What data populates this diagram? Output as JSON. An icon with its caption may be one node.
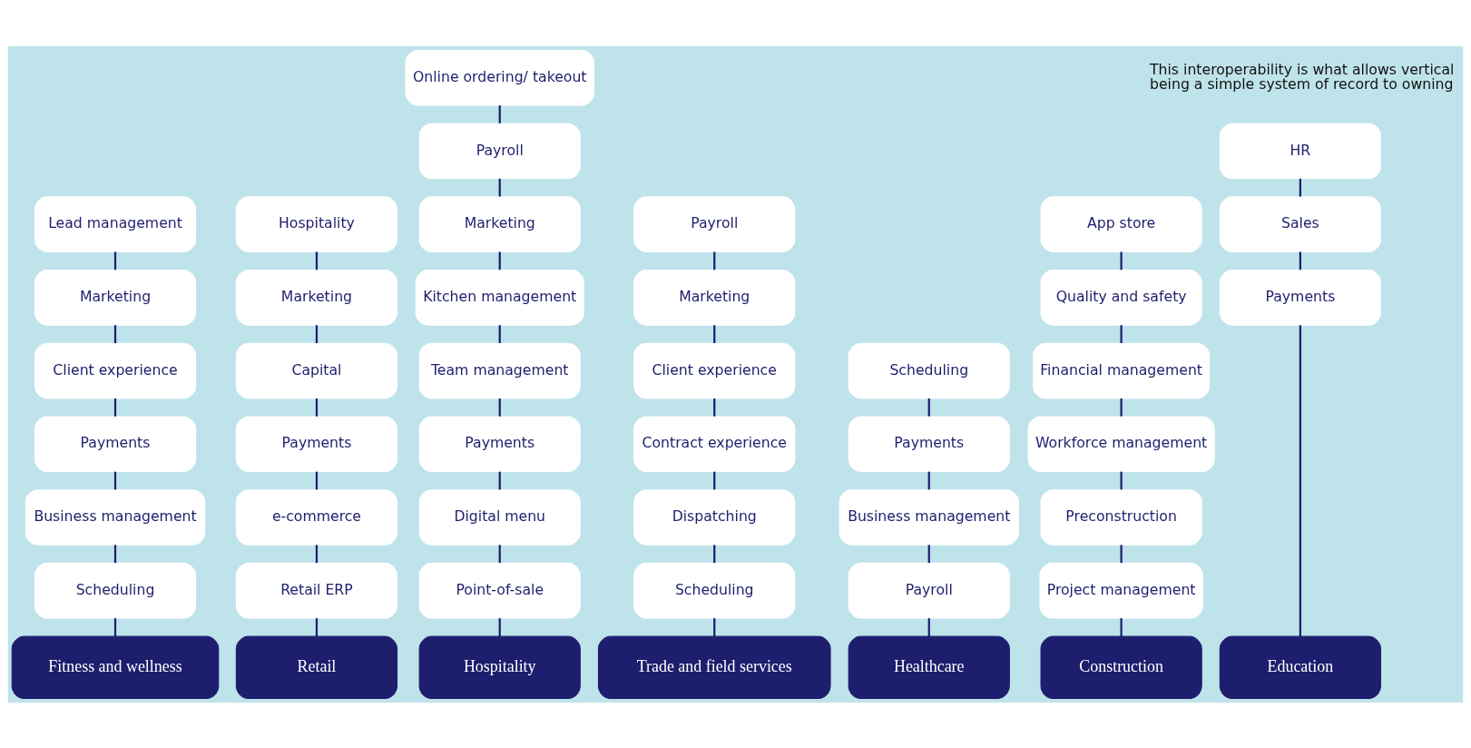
{
  "diagram": {
    "nodes": [
      {
        "text": [
          "Lead management"
        ]
      },
      {
        "text": [
          "Marketing"
        ]
      },
      {
        "text": [
          "Client experience"
        ]
      },
      {
        "text": [
          "Payments"
        ]
      },
      {
        "text": [
          "Business management"
        ]
      },
      {
        "text": [
          "Scheduling"
        ]
      },
      {
        "text": [
          "Fitness and wellness"
        ]
      },
      {
        "text": [
          "Hospitality"
        ]
      },
      {
        "text": [
          "Marketing"
        ]
      },
      {
        "text": [
          "Capital"
        ]
      },
      {
        "text": [
          "Payments"
        ]
      },
      {
        "text": [
          "e-commerce"
        ]
      },
      {
        "text": [
          "Retail ERP"
        ]
      },
      {
        "text": [
          "Retail"
        ]
      },
      {
        "text": [
          "Online ordering/ takeout"
        ]
      },
      {
        "text": [
          "Payroll"
        ]
      },
      {
        "text": [
          "Marketing"
        ]
      },
      {
        "text": [
          "Kitchen management"
        ]
      },
      {
        "text": [
          "Team management"
        ]
      },
      {
        "text": [
          "Payments"
        ]
      },
      {
        "text": [
          "Digital menu"
        ]
      },
      {
        "text": [
          "Point-of-sale"
        ]
      },
      {
        "text": [
          "Hospitality"
        ]
      },
      {
        "text": [
          "Payroll"
        ]
      },
      {
        "text": [
          "Marketing"
        ]
      },
      {
        "text": [
          "Client experience"
        ]
      },
      {
        "text": [
          "Contract experience"
        ]
      },
      {
        "text": [
          "Dispatching"
        ]
      },
      {
        "text": [
          "Scheduling"
        ]
      },
      {
        "text": [
          "Trade and field services"
        ]
      },
      {
        "text": [
          "Scheduling"
        ]
      },
      {
        "text": [
          "Payments"
        ]
      },
      {
        "text": [
          "Business management"
        ]
      },
      {
        "text": [
          "Payroll"
        ]
      },
      {
        "text": [
          "Healthcare"
        ]
      },
      {
        "text": [
          "App store"
        ]
      },
      {
        "text": [
          "Quality and safety"
        ]
      },
      {
        "text": [
          "Financial management"
        ]
      },
      {
        "text": [
          "Workforce management"
        ]
      },
      {
        "text": [
          "Preconstruction"
        ]
      },
      {
        "text": [
          "Project management"
        ]
      },
      {
        "text": [
          "Construction"
        ]
      },
      {
        "text": [
          "HR"
        ]
      },
      {
        "text": [
          "Sales"
        ]
      },
      {
        "text": [
          "Payments"
        ]
      },
      {
        "text": [
          "Education"
        ]
      }
    ],
    "edges": [
      {
        "from": 0,
        "to": 1,
        "arrow": "none"
      },
      {
        "from": 1,
        "to": 2,
        "arrow": "none"
      },
      {
        "from": 2,
        "to": 3,
        "arrow": "none"
      },
      {
        "from": 3,
        "to": 4,
        "arrow": "none"
      },
      {
        "from": 4,
        "to": 5,
        "arrow": "none"
      },
      {
        "from": 5,
        "to": 6,
        "arrow": "none"
      },
      {
        "from": 7,
        "to": 8,
        "arrow": "none"
      },
      {
        "from": 8,
        "to": 9,
        "arrow": "none"
      },
      {
        "from": 9,
        "to": 10,
        "arrow": "none"
      },
      {
        "from": 10,
        "to": 11,
        "arrow": "none"
      },
      {
        "from": 11,
        "to": 12,
        "arrow": "none"
      },
      {
        "from": 12,
        "to": 13,
        "arrow": "none"
      },
      {
        "from": 14,
        "to": 15,
        "arrow": "none"
      },
      {
        "from": 15,
        "to": 16,
        "arrow": "none"
      },
      {
        "from": 16,
        "to": 17,
        "arrow": "none"
      },
      {
        "from": 17,
        "to": 18,
        "arrow": "none"
      },
      {
        "from": 18,
        "to": 19,
        "arrow": "none"
      },
      {
        "from": 19,
        "to": 20,
        "arrow": "none"
      },
      {
        "from": 20,
        "to": 21,
        "arrow": "none"
      },
      {
        "from": 21,
        "to": 22,
        "arrow": "none"
      },
      {
        "from": 23,
        "to": 24,
        "arrow": "none"
      },
      {
        "from": 24,
        "to": 25,
        "arrow": "none"
      },
      {
        "from": 25,
        "to": 26,
        "arrow": "none"
      },
      {
        "from": 26,
        "to": 27,
        "arrow": "none"
      },
      {
        "from": 27,
        "to": 28,
        "arrow": "none"
      },
      {
        "from": 28,
        "to": 29,
        "arrow": "none"
      },
      {
        "from": 30,
        "to": 31,
        "arrow": "none"
      },
      {
        "from": 31,
        "to": 32,
        "arrow": "none"
      },
      {
        "from": 32,
        "to": 33,
        "arrow": "none"
      },
      {
        "from": 33,
        "to": 34,
        "arrow": "none"
      },
      {
        "from": 35,
        "to": 36,
        "arrow": "none"
      },
      {
        "from": 36,
        "to": 37,
        "arrow": "none"
      },
      {
        "from": 37,
        "to": 38,
        "arrow": "none"
      },
      {
        "from": 38,
        "to": 39,
        "arrow": "none"
      },
      {
        "from": 39,
        "to": 40,
        "arrow": "none"
      },
      {
        "from": 40,
        "to": 41,
        "arrow": "none"
      },
      {
        "from": 42,
        "to": 43,
        "arrow": "none"
      },
      {
        "from": 43,
        "to": 44,
        "arrow": "none"
      },
      {
        "from": 44,
        "to": 45,
        "arrow": "none"
      }
    ],
    "labels": [
      "This interoperability is what allows vertical",
      "being a simple system of record to owning"
    ]
  }
}
